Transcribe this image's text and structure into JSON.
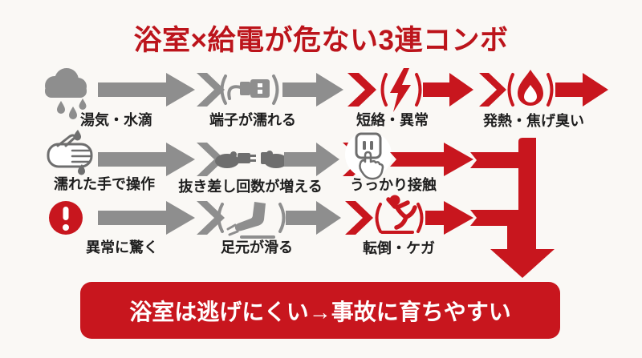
{
  "title": "浴室×給電が危ない3連コンボ",
  "banner": {
    "text": "浴室は逃げにくい→事故に育ちやすい"
  },
  "colors": {
    "red": "#c8161e",
    "title_red": "#bc141b",
    "gray": "#8e8e8e",
    "gray_dark": "#6e6e6e",
    "ink": "#1e1e1e",
    "background": "#faf8f5"
  },
  "rows": [
    {
      "name": "moisture-short-circuit",
      "steps": [
        {
          "icon": "cloud-rain-icon",
          "label": "湯気・水滴"
        },
        {
          "icon": "usb-plug-icon",
          "label": "端子が濡れる"
        },
        {
          "icon": "lightning-icon",
          "label": "短絡・異常"
        },
        {
          "icon": "flame-icon",
          "label": "発熱・焦げ臭い"
        }
      ]
    },
    {
      "name": "wet-hands-contact",
      "steps": [
        {
          "icon": "wet-hand-icon",
          "label": "濡れた手で操作"
        },
        {
          "icon": "plug-unplug-hands-icon",
          "label": "抜き差し回数が増える"
        },
        {
          "icon": "outlet-touch-icon",
          "label": "うっかり接触"
        }
      ]
    },
    {
      "name": "panic-fall",
      "steps": [
        {
          "icon": "alert-icon",
          "label": "異常に驚く"
        },
        {
          "icon": "slipping-foot-icon",
          "label": "足元が滑る"
        },
        {
          "icon": "falling-person-icon",
          "label": "転倒・ケガ"
        }
      ]
    }
  ]
}
